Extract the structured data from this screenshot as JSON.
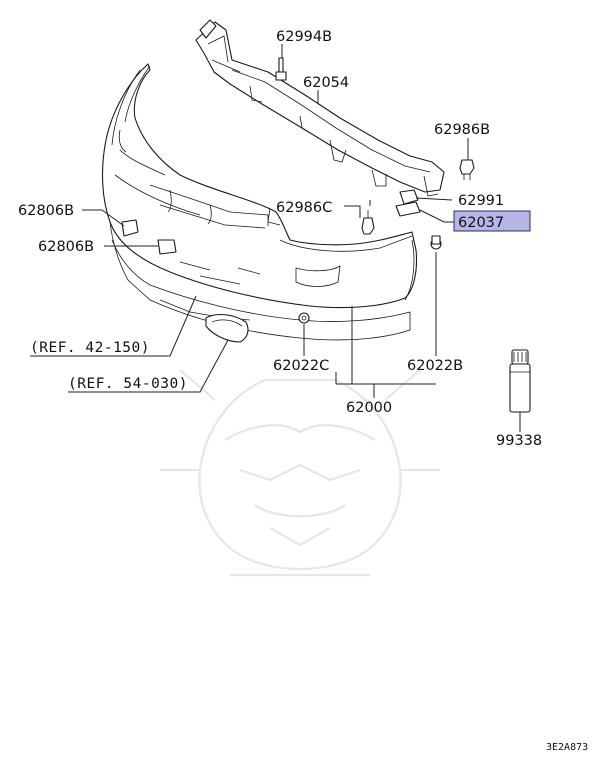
{
  "labels": {
    "bracket_bolt_top": "62994B",
    "upper_reinforcement": "62054",
    "bolt_right": "62986B",
    "nut_clip": "62991",
    "highlighted_part": "62037",
    "bolt_center": "62986C",
    "grille_left_upper": "62806B",
    "grille_left_lower": "62806B",
    "ref_bumper": "(REF. 42-150)",
    "ref_lamp": "(REF. 54-030)",
    "clip_left": "62022C",
    "clip_right": "62022B",
    "bumper_assembly": "62000",
    "touch_up_paint": "99338",
    "diagram_code": "3E2A873"
  },
  "colors": {
    "highlight_fill": "#b5b5e6",
    "highlight_stroke": "#2b2b6b",
    "line": "#222222",
    "watermark": "#e6e6e6"
  }
}
